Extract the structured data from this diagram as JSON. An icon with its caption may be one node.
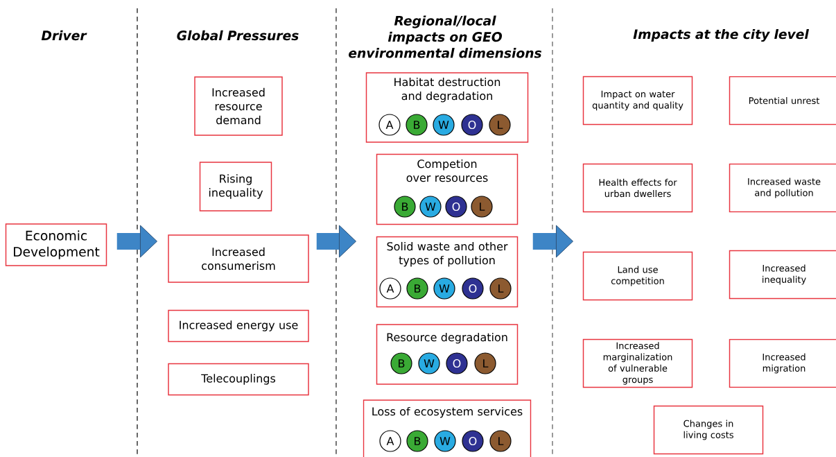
{
  "diagram": {
    "nodes": [
      {
        "text": [
          "Economic Development"
        ]
      },
      {
        "text": [
          "Increased resource demand"
        ]
      },
      {
        "text": [
          "Rising inequality"
        ]
      },
      {
        "text": [
          "Increased consumerism"
        ]
      },
      {
        "text": [
          "Increased energy use"
        ]
      },
      {
        "text": [
          "Telecouplings"
        ]
      },
      {
        "text": [
          "Habitat destruction and degradation"
        ]
      },
      {
        "text": [
          "A"
        ],
        "in": 6
      },
      {
        "text": [
          "B"
        ],
        "in": 6
      },
      {
        "text": [
          "W"
        ],
        "in": 6
      },
      {
        "text": [
          "O"
        ],
        "in": 6
      },
      {
        "text": [
          "L"
        ],
        "in": 6
      },
      {
        "text": [
          "Competion over resources"
        ]
      },
      {
        "text": [
          "B"
        ],
        "in": 12
      },
      {
        "text": [
          "W"
        ],
        "in": 12
      },
      {
        "text": [
          "O"
        ],
        "in": 12
      },
      {
        "text": [
          "L"
        ],
        "in": 12
      },
      {
        "text": [
          "Solid waste and other types of pollution"
        ]
      },
      {
        "text": [
          "A"
        ],
        "in": 17
      },
      {
        "text": [
          "B"
        ],
        "in": 17
      },
      {
        "text": [
          "W"
        ],
        "in": 17
      },
      {
        "text": [
          "O"
        ],
        "in": 17
      },
      {
        "text": [
          "L"
        ],
        "in": 17
      },
      {
        "text": [
          "Resource degradation"
        ]
      },
      {
        "text": [
          "B"
        ],
        "in": 23
      },
      {
        "text": [
          "W"
        ],
        "in": 23
      },
      {
        "text": [
          "O"
        ],
        "in": 23
      },
      {
        "text": [
          "L"
        ],
        "in": 23
      },
      {
        "text": [
          "Loss of ecosystem services"
        ]
      },
      {
        "text": [
          "A"
        ],
        "in": 28
      },
      {
        "text": [
          "B"
        ],
        "in": 28
      },
      {
        "text": [
          "W"
        ],
        "in": 28
      },
      {
        "text": [
          "O"
        ],
        "in": 28
      },
      {
        "text": [
          "L"
        ],
        "in": 28
      },
      {
        "text": [
          "Impact on water quantity and quality"
        ]
      },
      {
        "text": [
          "Potential unrest"
        ]
      },
      {
        "text": [
          "Health effects for urban dwellers"
        ]
      },
      {
        "text": [
          "Increased waste and pollution"
        ]
      },
      {
        "text": [
          "Land use competition"
        ]
      },
      {
        "text": [
          "Increased inequality"
        ]
      },
      {
        "text": [
          "Increased marginalization of vulnerable groups"
        ]
      },
      {
        "text": [
          "Increased migration"
        ]
      },
      {
        "text": [
          "Changes in living costs"
        ]
      }
    ],
    "edges": [
      {
        "from": 0,
        "to": 3,
        "arrow": "to"
      },
      {
        "from": 3,
        "to": 17,
        "arrow": "to"
      },
      {
        "from": 17,
        "to": 38,
        "arrow": "to"
      }
    ],
    "labels": [
      "Driver",
      "Global Pressures",
      "Regional/local impacts on GEO environmental dimensions",
      "Impacts at the city level"
    ]
  }
}
